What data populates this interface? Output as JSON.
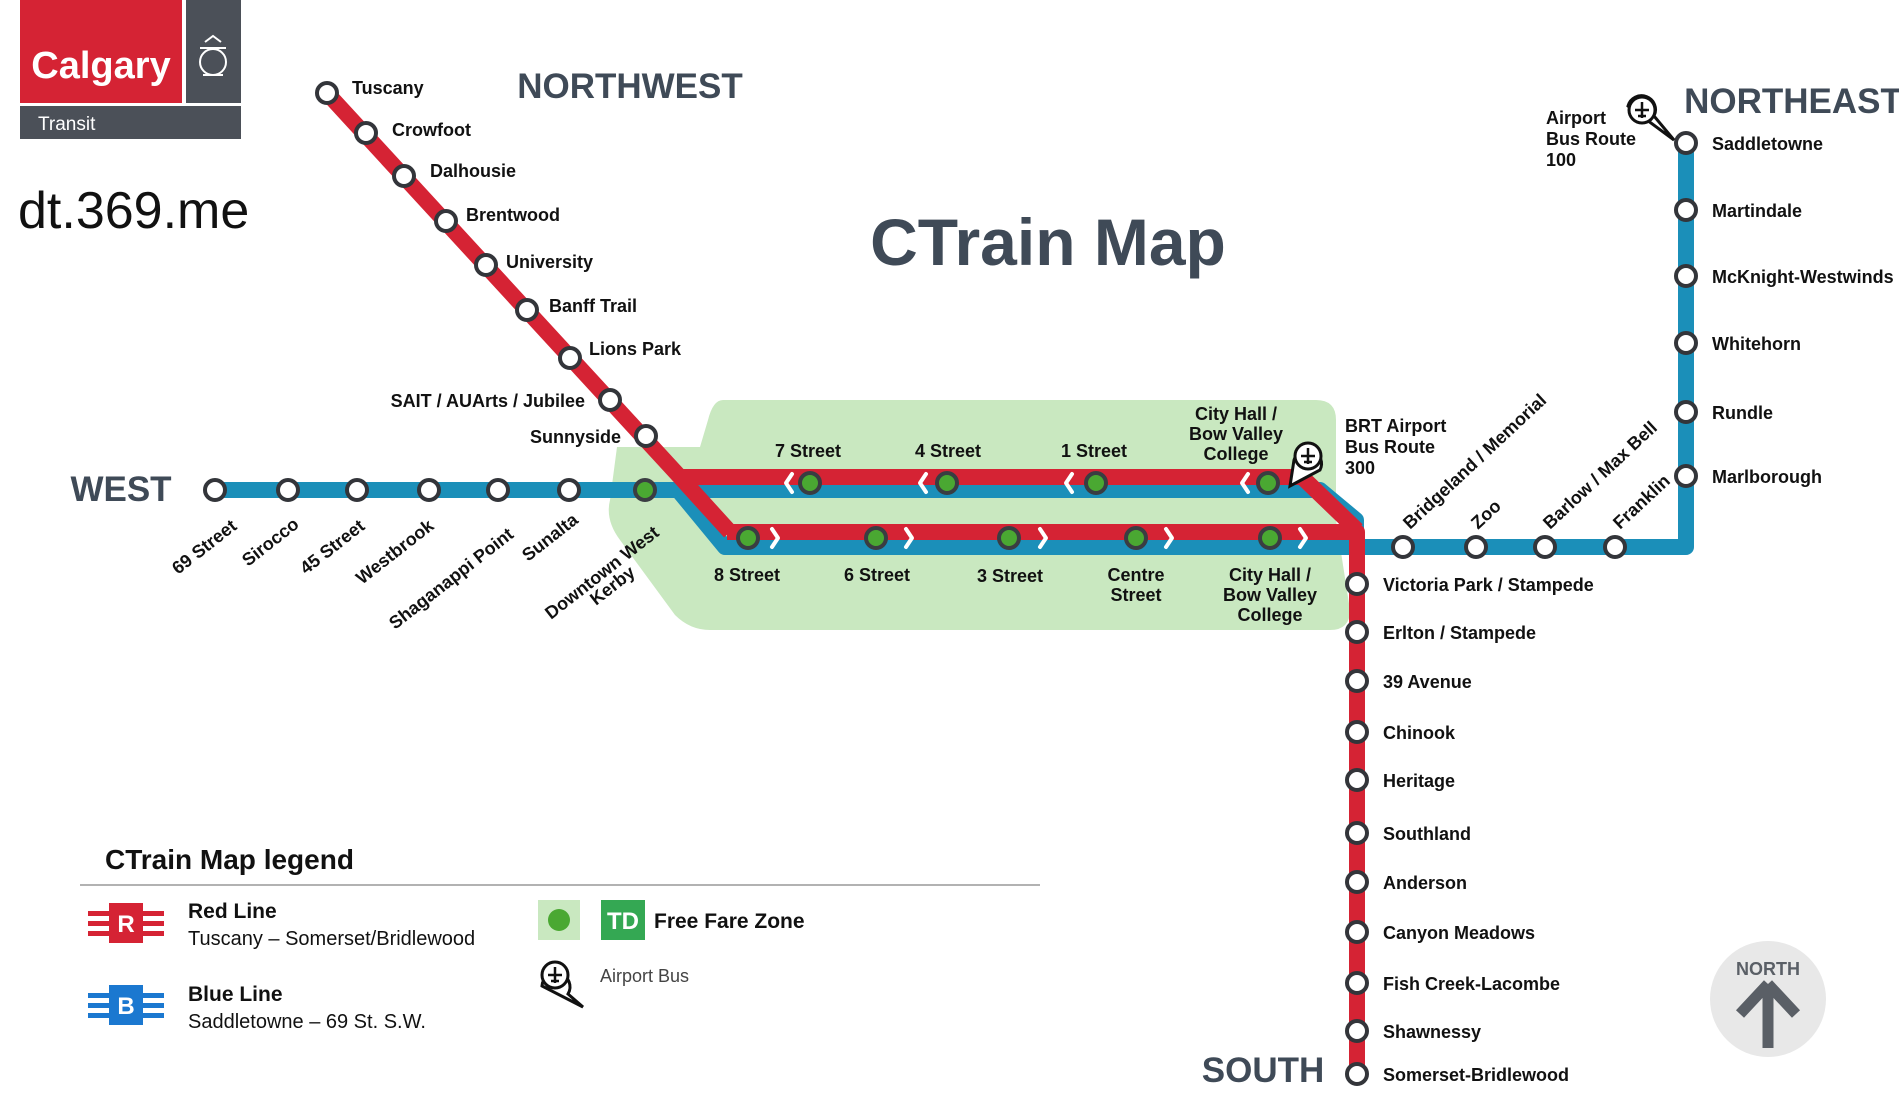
{
  "logo": {
    "brand": "Calgary",
    "sub": "Transit"
  },
  "website": "dt.369.me",
  "title": "CTrain Map",
  "regions": {
    "northwest": "NORTHWEST",
    "northeast": "NORTHEAST",
    "west": "WEST",
    "south": "SOUTH"
  },
  "colors": {
    "red_line": "#d52334",
    "blue_line": "#1b8fb9",
    "free_zone": "#c9e8c0",
    "free_station": "#4aa832",
    "region_text": "#3f4a57",
    "logo_red": "#d52334",
    "logo_grey": "#4b5058",
    "td_green": "#34a853"
  },
  "stations": {
    "northwest": [
      "Tuscany",
      "Crowfoot",
      "Dalhousie",
      "Brentwood",
      "University",
      "Banff Trail",
      "Lions Park",
      "SAIT / AUArts / Jubilee",
      "Sunnyside"
    ],
    "west": [
      "69 Street",
      "Sirocco",
      "45 Street",
      "Westbrook",
      "Shaganappi Point",
      "Sunalta"
    ],
    "downtown_west": [
      "Downtown West",
      "Kerby"
    ],
    "downtown_upper": [
      "7 Street",
      "4 Street",
      "1 Street"
    ],
    "city_hall_upper": [
      "City Hall /",
      "Bow Valley",
      "College"
    ],
    "downtown_lower": [
      "8 Street",
      "6 Street",
      "3 Street"
    ],
    "centre_street": [
      "Centre",
      "Street"
    ],
    "city_hall_lower": [
      "City Hall /",
      "Bow Valley",
      "College"
    ],
    "northeast": [
      "Saddletowne",
      "Martindale",
      "McKnight-Westwinds",
      "Whitehorn",
      "Rundle",
      "Marlborough"
    ],
    "east": [
      "Bridgeland / Memorial",
      "Zoo",
      "Barlow / Max Bell",
      "Franklin"
    ],
    "south": [
      "Victoria Park / Stampede",
      "Erlton / Stampede",
      "39 Avenue",
      "Chinook",
      "Heritage",
      "Southland",
      "Anderson",
      "Canyon Meadows",
      "Fish Creek-Lacombe",
      "Shawnessy",
      "Somerset-Bridlewood"
    ]
  },
  "airport_bus_100": [
    "Airport",
    "Bus Route",
    "100"
  ],
  "brt_airport_300": [
    "BRT Airport",
    "Bus Route",
    "300"
  ],
  "legend": {
    "title": "CTrain Map legend",
    "red": {
      "badge": "R",
      "name": "Red Line",
      "route": "Tuscany – Somerset/Bridlewood"
    },
    "blue": {
      "badge": "B",
      "name": "Blue Line",
      "route": "Saddletowne – 69 St. S.W."
    },
    "free_fare": {
      "badge": "TD",
      "label": "Free Fare Zone"
    },
    "airport_bus": "Airport Bus"
  },
  "compass": "NORTH",
  "icons": {
    "airport": "airport-bus-icon",
    "compass": "north-arrow-icon"
  }
}
